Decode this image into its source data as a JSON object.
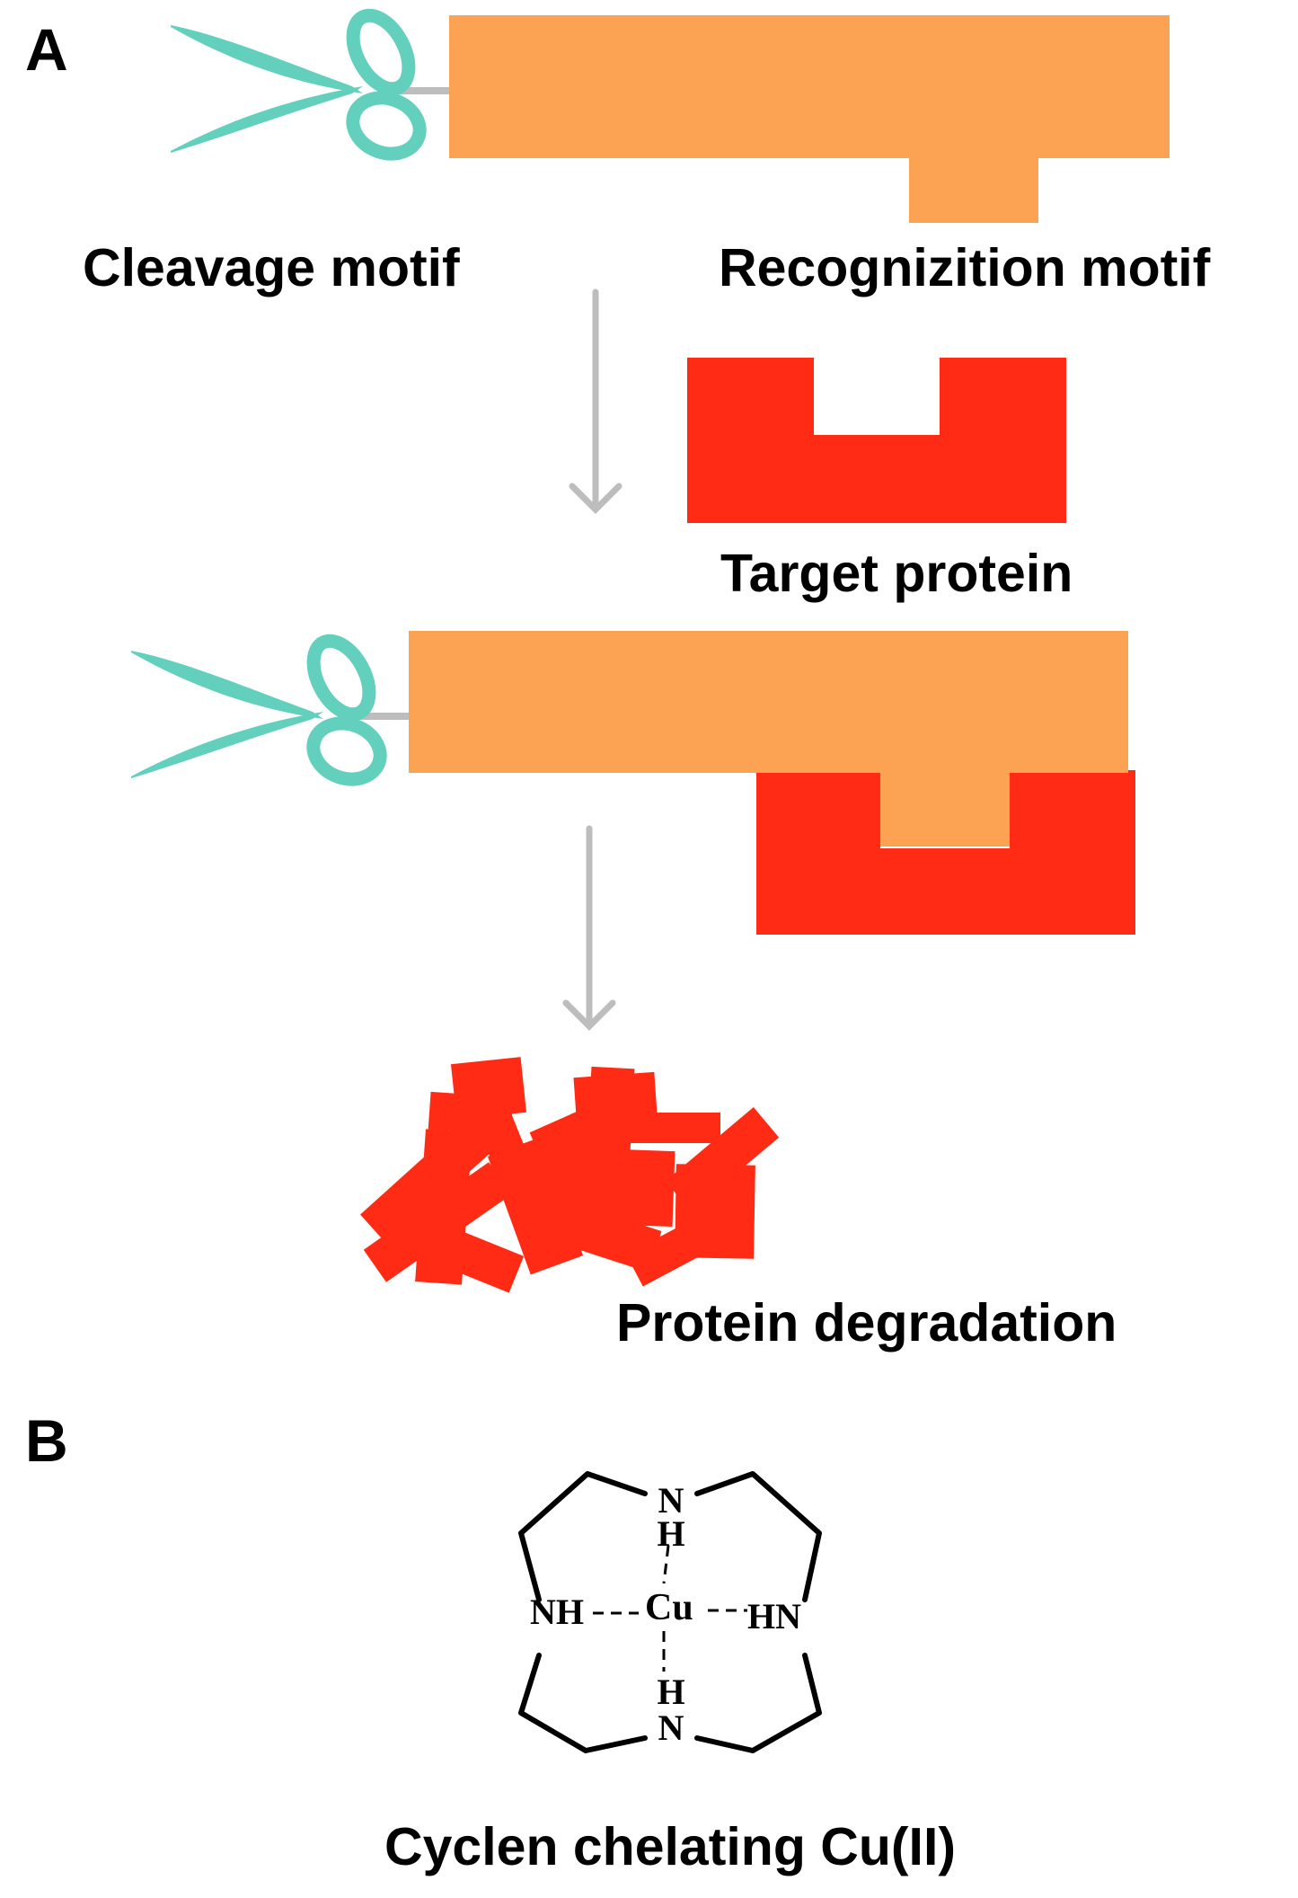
{
  "panels": {
    "a": "A",
    "b": "B"
  },
  "labels": {
    "cleavage_motif": "Cleavage motif",
    "recognition_motif": "Recognizition motif",
    "target_protein": "Target protein",
    "protein_degradation": "Protein degradation",
    "cyclen": "Cyclen chelating Cu(II)"
  },
  "atoms": {
    "n_top_n": "N",
    "n_top_h": "H",
    "n_left": "NH",
    "cu": "Cu",
    "n_right": "HN",
    "n_bottom_h": "H",
    "n_bottom_n": "N"
  },
  "colors": {
    "recognition_motif": "#fba352",
    "target_protein": "#ff2b14",
    "scissors": "#63cfbd",
    "arrow": "#bdbdbd",
    "linker": "#bdbdbd"
  },
  "icons": {
    "cleavage": "scissors-icon"
  }
}
